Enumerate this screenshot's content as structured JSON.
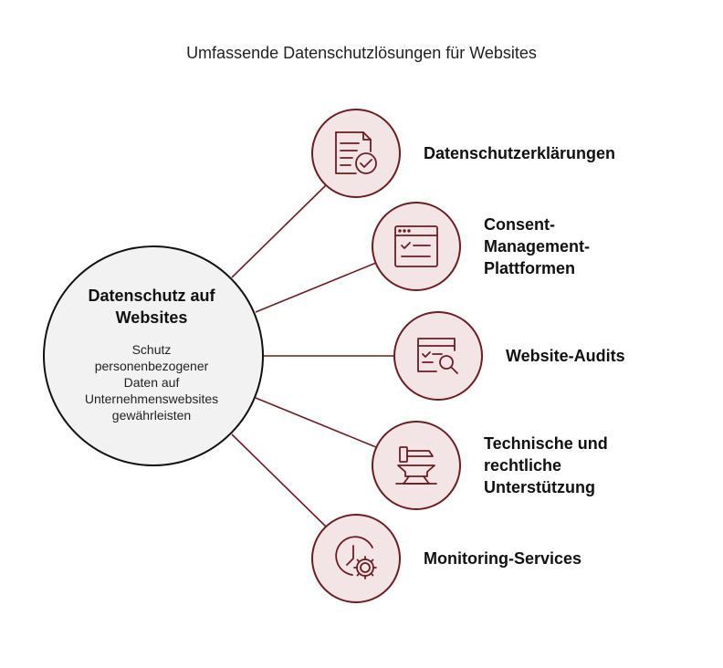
{
  "title": "Umfassende Datenschutzlösungen für Websites",
  "colors": {
    "accent": "#6b1d22",
    "node_fill": "#f3e5e6",
    "hub_fill": "#f2f2f2",
    "hub_stroke": "#111111"
  },
  "hub": {
    "title_line1": "Datenschutz auf",
    "title_line2": "Websites",
    "desc_line1": "Schutz",
    "desc_line2": "personenbezogener",
    "desc_line3": "Daten auf",
    "desc_line4": "Unternehmenswebsites",
    "desc_line5": "gewährleisten"
  },
  "nodes": [
    {
      "icon": "document-check-icon",
      "label_lines": [
        "Datenschutzerklärungen"
      ]
    },
    {
      "icon": "browser-checklist-icon",
      "label_lines": [
        "Consent-",
        "Management-",
        "Plattformen"
      ]
    },
    {
      "icon": "browser-search-icon",
      "label_lines": [
        "Website-Audits"
      ]
    },
    {
      "icon": "anvil-hammer-icon",
      "label_lines": [
        "Technische und",
        "rechtliche",
        "Unterstützung"
      ]
    },
    {
      "icon": "clock-gear-icon",
      "label_lines": [
        "Monitoring-Services"
      ]
    }
  ]
}
